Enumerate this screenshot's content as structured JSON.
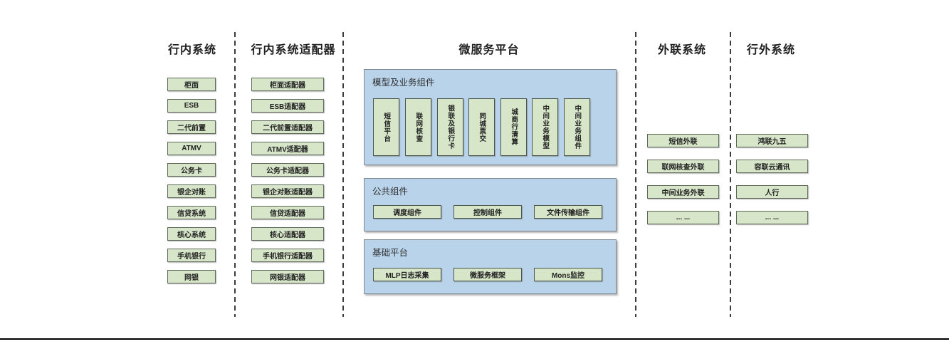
{
  "diagram": {
    "columns": {
      "internal": {
        "title": "行内系统",
        "items": [
          "柜面",
          "ESB",
          "二代前置",
          "ATMV",
          "公务卡",
          "银企对账",
          "信贷系统",
          "核心系统",
          "手机银行",
          "网银"
        ]
      },
      "adapters": {
        "title": "行内系统适配器",
        "items": [
          "柜面适配器",
          "ESB适配器",
          "二代前置适配器",
          "ATMV适配器",
          "公务卡适配器",
          "银企对账适配器",
          "信贷适配器",
          "核心适配器",
          "手机银行适配器",
          "网银适配器"
        ]
      },
      "platform": {
        "title": "微服务平台",
        "groups": [
          {
            "label": "模型及业务组件",
            "items": [
              "短信平台",
              "联网核查",
              "银联及银行卡",
              "同城票交",
              "城商行清算",
              "中间业务模型",
              "中间业务组件"
            ]
          },
          {
            "label": "公共组件",
            "items": [
              "调度组件",
              "控制组件",
              "文件传输组件"
            ]
          },
          {
            "label": "基础平台",
            "items": [
              "MLP日志采集",
              "微服务框架",
              "Mons监控"
            ]
          }
        ]
      },
      "outbound": {
        "title": "外联系统",
        "items": [
          "短信外联",
          "联网核查外联",
          "中间业务外联",
          "... ..."
        ]
      },
      "external": {
        "title": "行外系统",
        "items": [
          "鸿联九五",
          "容联云通讯",
          "人行",
          "... ..."
        ]
      }
    },
    "colors": {
      "green_fill": "#d7e6c9",
      "green_border": "#4c564a",
      "blue_fill": "#b9d4ea",
      "blue_border": "#7e8a94",
      "dash_line": "#3d3d3d",
      "text": "#1f1f1f",
      "bottom_rule": "#000000"
    }
  }
}
